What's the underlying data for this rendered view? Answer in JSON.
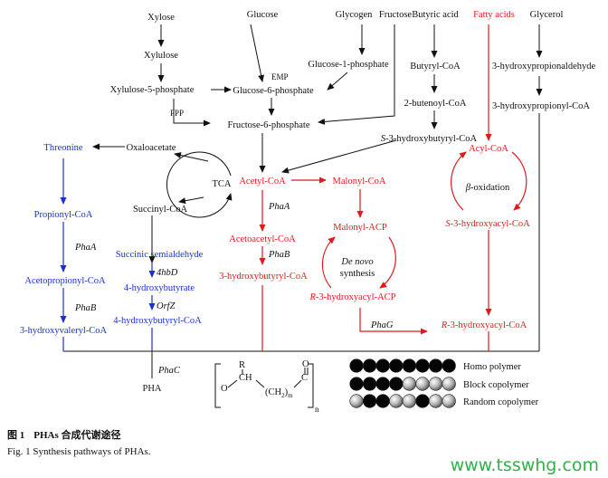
{
  "nodes": {
    "xylose": "Xylose",
    "xylulose": "Xylulose",
    "xylulose5p": "Xylulose-5-phosphate",
    "glucose": "Glucose",
    "glucose6p": "Glucose-6-phosphate",
    "fructose6p": "Fructose-6-phosphate",
    "glycogen": "Glycogen",
    "fructose": "Fructose",
    "glucose1p": "Glucose-1-phosphate",
    "butyric_acid": "Butyric acid",
    "butyryl_coa": "Butyryl-CoA",
    "butenoyl_coa": "2-butenoyl-CoA",
    "s3hb_coa_prefix": "S",
    "s3hb_coa": "-3-hydroxybutyryl-CoA",
    "fatty_acids": "Fatty acids",
    "glycerol": "Glycerol",
    "hp_aldehyde": "3-hydroxypropionaldehyde",
    "hp_coa": "3-hydroxypropionyl-CoA",
    "threonine": "Threonine",
    "oxaloacetate": "Oxaloacetate",
    "tca": "TCA",
    "acetyl_coa": "Acetyl-CoA",
    "malonyl_coa": "Malonyl-CoA",
    "acyl_coa": "Acyl-CoA",
    "beta_ox_prefix": "β",
    "beta_ox": "-oxidation",
    "s3ha_coa_prefix": "S",
    "s3ha_coa": "-3-hydroxyacyl-CoA",
    "succinyl_coa": "Succinyl-CoA",
    "propionyl_coa": "Propionyl-CoA",
    "acetoacetyl_coa": "Acetoacetyl-CoA",
    "malonyl_acp": "Malonyl-ACP",
    "de_novo": "De novo",
    "synthesis": "synthesis",
    "succinic_sa": "Succinic semialdehyde",
    "hb": "4-hydroxybutyrate",
    "hb_coa": "4-hydroxybutyryl-CoA",
    "acetopropionyl_coa": "Acetopropionyl-CoA",
    "hv_coa": "3-hydroxyvaleryl-CoA",
    "hbu_coa": "3-hydroxybutyryl-CoA",
    "r3ha_acp_prefix": "R",
    "r3ha_acp": "-3-hydroxyacyl-ACP",
    "r3ha_coa_prefix": "R",
    "r3ha_coa": "-3-hydroxyacyl-CoA",
    "pha": "PHA"
  },
  "labels": {
    "emp": "EMP",
    "ppp": "PPP",
    "phaA_1": "PhaA",
    "phaA_2": "PhaA",
    "phaB_1": "PhaB",
    "phaB_2": "PhaB",
    "hbd": "4hbD",
    "orfz": "OrfZ",
    "phaG": "PhaG",
    "phaC": "PhaC"
  },
  "structure": {
    "r": "R",
    "ch": "CH",
    "ch2m": "(CH",
    "ch2m_sub": "2",
    "ch2m_close": ")",
    "m": "m",
    "c": "C",
    "o": "O",
    "n": "n"
  },
  "legend": {
    "homo": "Homo polymer",
    "block": "Block copolymer",
    "random": "Random copolymer"
  },
  "caption": {
    "cn_num": "图 1",
    "cn_title": "PHAs 合成代谢途径",
    "en": "Fig. 1    Synthesis pathways of PHAs."
  },
  "watermark": "www.tsswhg.com",
  "colors": {
    "black": "#111111",
    "blue": "#1a2fd6",
    "red": "#e0191b",
    "watermark_green": "#2db34a"
  }
}
